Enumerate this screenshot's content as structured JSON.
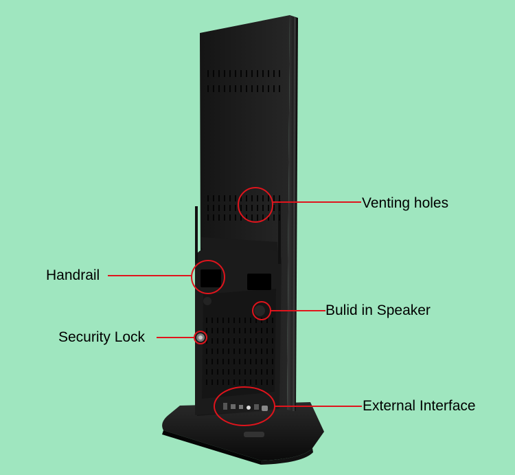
{
  "labels": {
    "venting_holes": "Venting holes",
    "handrail": "Handrail",
    "speaker": "Bulid in Speaker",
    "security_lock": "Security Lock",
    "external_interface": "External Interface"
  },
  "colors": {
    "background": "#9fe6bf",
    "callout": "#e0141c",
    "device_body": "#1e1e1e"
  }
}
